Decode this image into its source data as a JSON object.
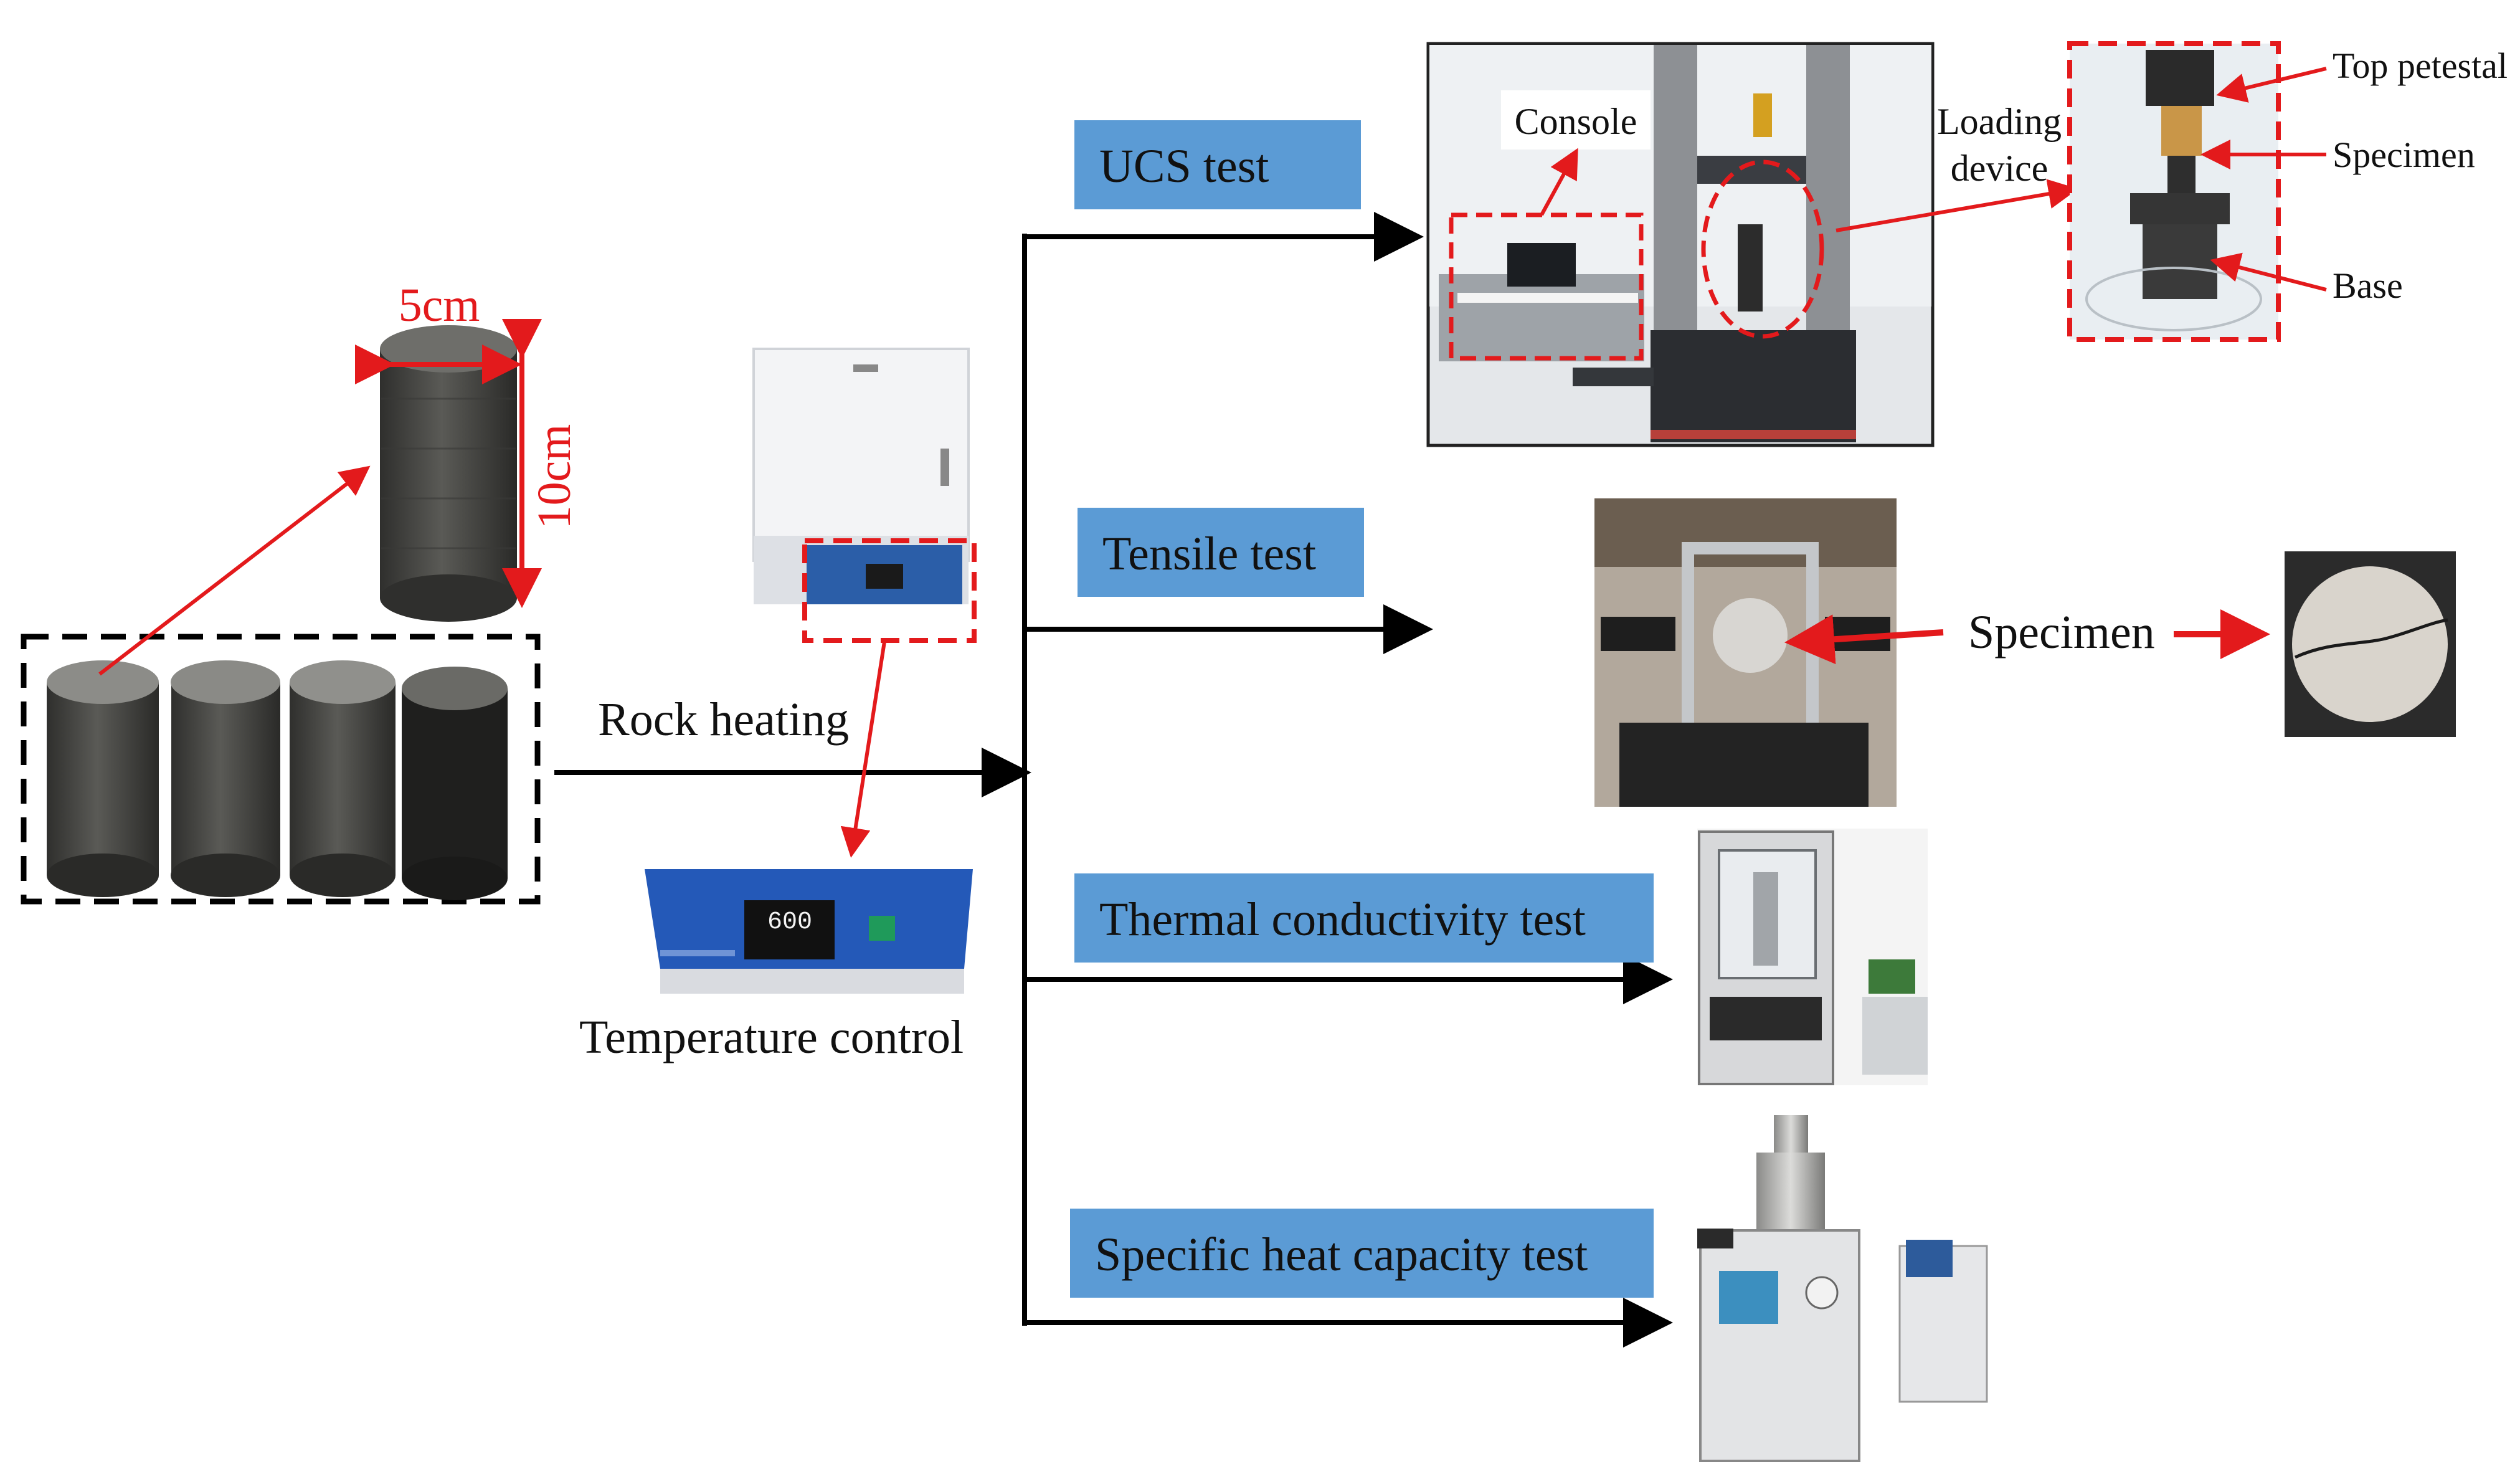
{
  "samples": {
    "diameter_label": "5cm",
    "height_label": "10cm"
  },
  "process": {
    "heating_label": "Rock heating",
    "temp_control_label": "Temperature control",
    "controller_display": "600"
  },
  "tests": [
    {
      "label": "UCS test"
    },
    {
      "label": "Tensile test"
    },
    {
      "label": "Thermal conductivity test"
    },
    {
      "label": "Specific heat capacity test"
    }
  ],
  "ucs": {
    "console_label": "Console",
    "loading_device_label_line1": "Loading",
    "loading_device_label_line2": "device",
    "top_pedestal_label": "Top petestal",
    "specimen_label": "Specimen",
    "base_label": "Base"
  },
  "tensile": {
    "specimen_label": "Specimen"
  },
  "colors": {
    "box_blue": "#5b9bd5",
    "annotation_red": "#e31a1c",
    "rock_dark": "#4a4a48"
  }
}
